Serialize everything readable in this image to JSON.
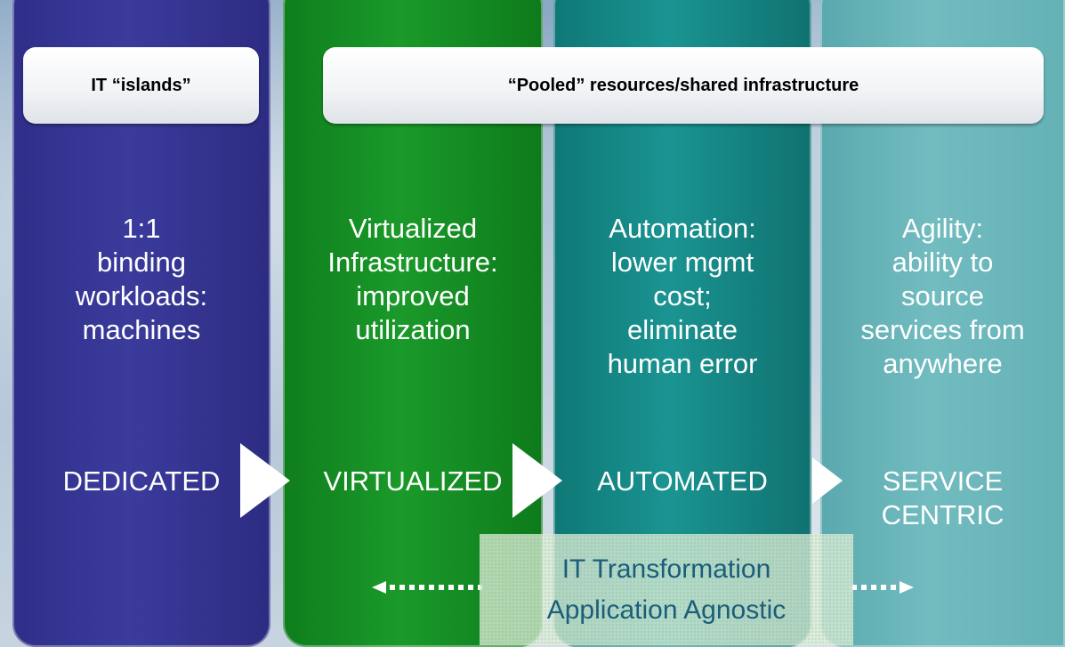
{
  "labels": {
    "islands": "IT “islands”",
    "pooled": "“Pooled” resources/shared infrastructure"
  },
  "columns": [
    {
      "lines": [
        "1:1",
        "binding",
        "workloads:",
        "machines"
      ],
      "stage": [
        "DEDICATED"
      ]
    },
    {
      "lines": [
        "Virtualized",
        "Infrastructure:",
        "improved",
        "utilization"
      ],
      "stage": [
        "VIRTUALIZED"
      ]
    },
    {
      "lines": [
        "Automation:",
        "lower mgmt",
        "cost;",
        "eliminate",
        "human error"
      ],
      "stage": [
        "AUTOMATED"
      ]
    },
    {
      "lines": [
        "Agility:",
        "ability to",
        "source",
        "services from",
        "anywhere"
      ],
      "stage": [
        "SERVICE",
        "CENTRIC"
      ]
    }
  ],
  "transformation": {
    "line1": "IT Transformation",
    "line2": "Application Agnostic"
  },
  "colors": {
    "dedicated": "#34348f",
    "virtualized": "#158c24",
    "automated": "#148583",
    "service_centric": "#6ab6ba",
    "transform_text": "#1b5d7a"
  }
}
